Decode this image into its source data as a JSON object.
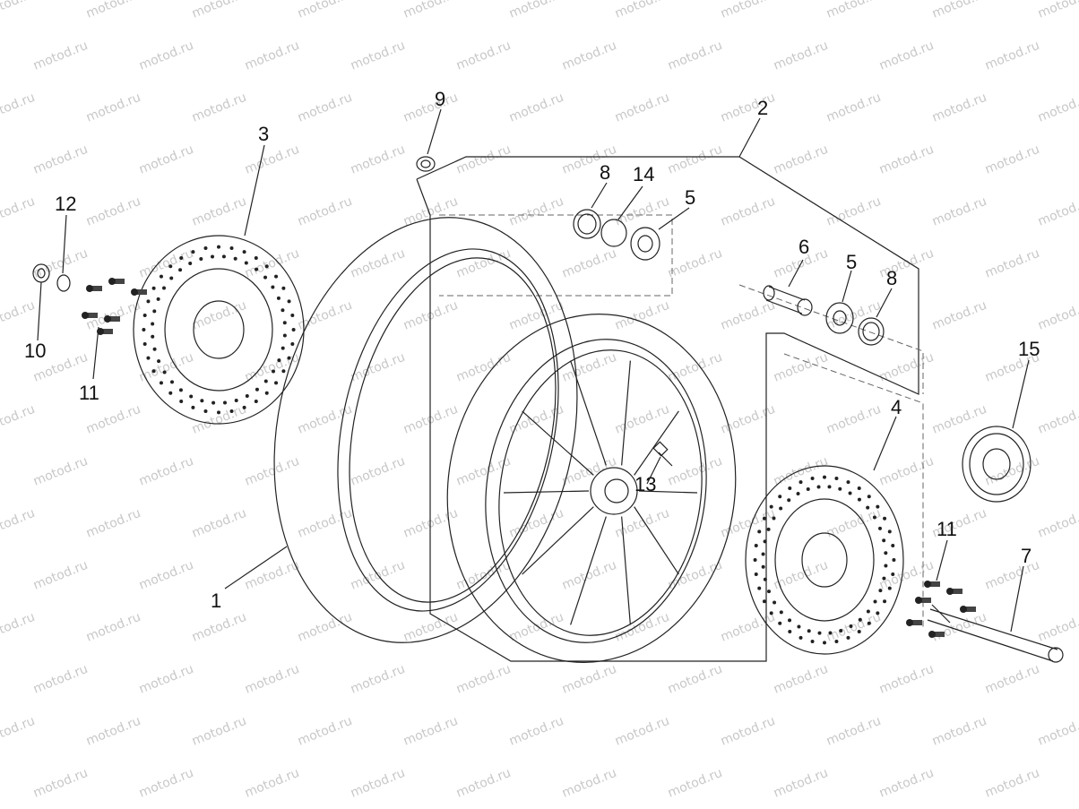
{
  "watermark": "motod.ru",
  "callouts": {
    "c1": "1",
    "c2": "2",
    "c3": "3",
    "c4": "4",
    "c5a": "5",
    "c5b": "5",
    "c6": "6",
    "c7": "7",
    "c8a": "8",
    "c8b": "8",
    "c9": "9",
    "c10": "10",
    "c11a": "11",
    "c11b": "11",
    "c12": "12",
    "c13": "13",
    "c14": "14",
    "c15": "15"
  },
  "colors": {
    "line": "#222222",
    "watermark": "#c8c8c8",
    "background": "#ffffff"
  }
}
